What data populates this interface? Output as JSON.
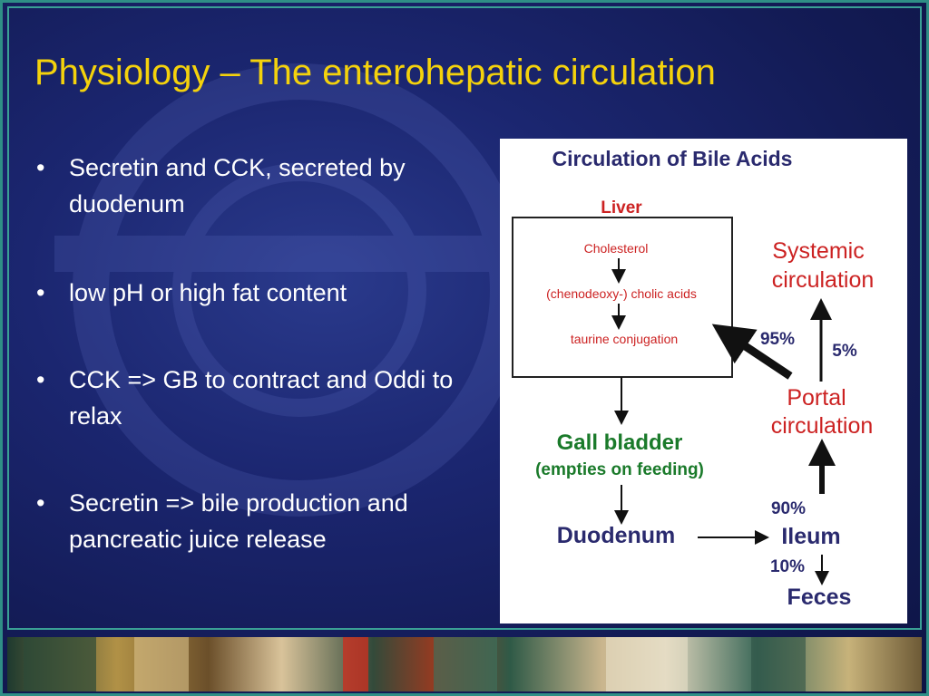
{
  "slide": {
    "title": "Physiology – The enterohepatic circulation",
    "bullets": [
      "Secretin and CCK, secreted by duodenum",
      "low pH or high fat content",
      "CCK => GB to contract and Oddi to relax",
      "Secretin => bile production and pancreatic juice release"
    ],
    "bullet_symbol": "•",
    "colors": {
      "title": "#f4d20c",
      "text": "#ffffff",
      "background": "#1b2670",
      "frame": "#2f8f86"
    }
  },
  "diagram": {
    "title": "Circulation of Bile Acids",
    "liver_label": "Liver",
    "liver_steps": [
      "Cholesterol",
      "(chenodeoxy-) cholic acids",
      "taurine conjugation"
    ],
    "systemic_label_1": "Systemic",
    "systemic_label_2": "circulation",
    "portal_label_1": "Portal",
    "portal_label_2": "circulation",
    "pct_to_liver": "95%",
    "pct_to_systemic": "5%",
    "gall_bladder_label": "Gall bladder",
    "gall_bladder_note": "(empties on feeding)",
    "duodenum_label": "Duodenum",
    "ileum_label": "Ileum",
    "feces_label": "Feces",
    "pct_ileum": "90%",
    "pct_feces": "10%",
    "colors": {
      "title": "#2a2a6e",
      "red": "#cc2222",
      "green": "#1a7a2a",
      "navy": "#2a2a6e"
    }
  }
}
